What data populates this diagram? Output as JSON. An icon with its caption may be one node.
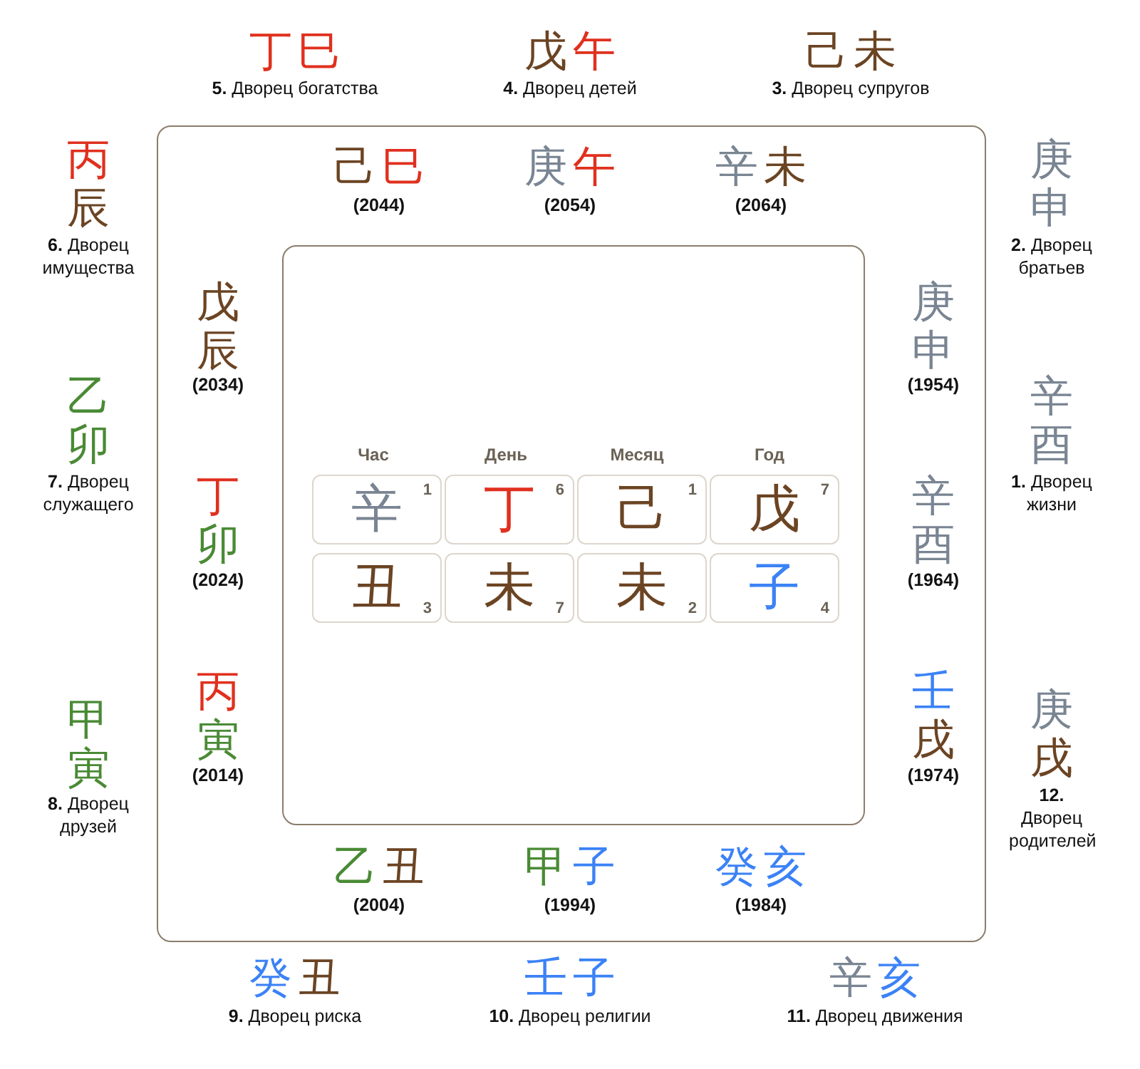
{
  "diagram": {
    "nodes": [
      {
        "text": [],
        "shape": "box"
      },
      {
        "text": [],
        "shape": "box",
        "in": 0
      },
      {
        "text": [
          "辛",
          "1"
        ],
        "in": 1
      },
      {
        "text": [
          "丁",
          "6"
        ],
        "in": 1
      },
      {
        "text": [
          "己",
          "1"
        ],
        "in": 1
      },
      {
        "text": [
          "戊",
          "7"
        ],
        "in": 1
      },
      {
        "text": [
          "丑",
          "3"
        ],
        "in": 1
      },
      {
        "text": [
          "未",
          "7"
        ],
        "in": 1
      },
      {
        "text": [
          "未",
          "2"
        ],
        "in": 1
      },
      {
        "text": [
          "子",
          "4"
        ],
        "in": 1
      }
    ],
    "edges": [],
    "labels": [
      "丁巳",
      "**5.** Дворец богатства",
      "戊午",
      "**4.** Дворец детей",
      "己未",
      "**3.** Дворец супругов",
      "己巳",
      "(2044)",
      "庚午",
      "(2054)",
      "辛未",
      "(2064)",
      "丙辰",
      "**6.** Дворец имущества",
      "庚申",
      "**2.** Дворец братьев",
      "戊辰",
      "(2034)",
      "庚申",
      "(1954)",
      "乙卯",
      "**7.** Дворец служащего",
      "辛酉",
      "**1.** Дворец жизни",
      "Час",
      "День",
      "Месяц",
      "Год",
      "丁卯",
      "(2024)",
      "辛酉",
      "(1964)",
      "甲寅",
      "**8.** Дворец друзей",
      "丙寅",
      "(2014)",
      "壬戌",
      "(1974)",
      "庚戌",
      "**12.** Дворец родителей",
      "乙丑",
      "(2004)",
      "甲子",
      "(1994)",
      "癸亥",
      "(1984)",
      "癸丑",
      "**9.** Дворец риска",
      "壬子",
      "**10.** Дворец религии",
      "辛亥",
      "**11.** Дворец движения"
    ]
  }
}
